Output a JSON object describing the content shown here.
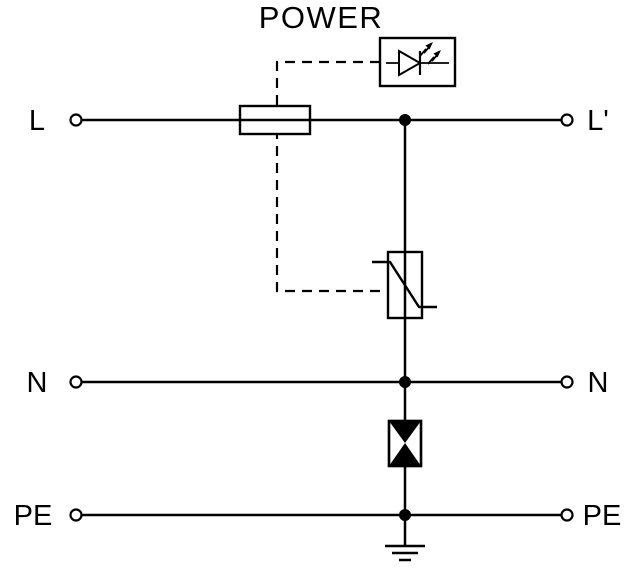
{
  "diagram": {
    "title": "POWER",
    "terminals": {
      "l_left": "L",
      "l_right": "L'",
      "n_left": "N",
      "n_right": "N",
      "pe_left": "PE",
      "pe_right": "PE"
    },
    "icons": [
      "led-indicator-icon",
      "fuse-disconnector-icon",
      "varistor-icon",
      "gas-discharge-tube-icon",
      "earth-ground-icon"
    ],
    "colors": {
      "line": "#000000",
      "fill_dark": "#000000",
      "background": "#ffffff"
    }
  }
}
